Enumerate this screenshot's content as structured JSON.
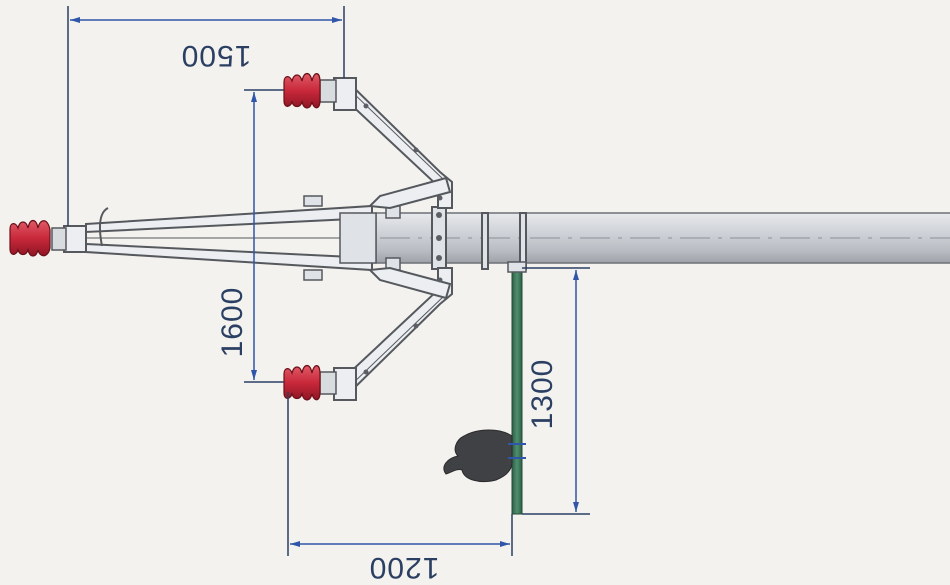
{
  "dimensions": {
    "top_width": "1500",
    "arm_span": "1600",
    "bracket_height": "1300",
    "bottom_offset": "1200"
  },
  "colors": {
    "paper": "#f3f2ee",
    "dimension_line": "#2b3f63",
    "dimension_arrow": "#2f56a8",
    "pole": "#c9ccd1",
    "insulator": "#c8283a",
    "bracket_post": "#3d7a5c",
    "hardware": "#dcdfe3"
  }
}
